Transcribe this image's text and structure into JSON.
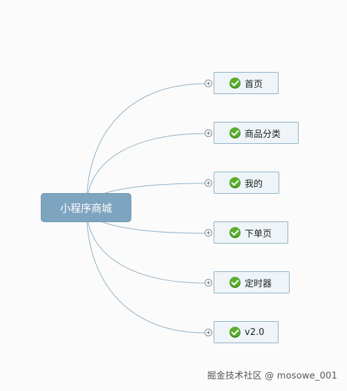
{
  "root": {
    "label": "小程序商城"
  },
  "branches": [
    {
      "label": "首页",
      "status_icon": "check-circle-icon",
      "expander_icon": "plus-circle-icon"
    },
    {
      "label": "商品分类",
      "status_icon": "check-circle-icon",
      "expander_icon": "plus-circle-icon"
    },
    {
      "label": "我的",
      "status_icon": "check-circle-icon",
      "expander_icon": "plus-circle-icon"
    },
    {
      "label": "下单页",
      "status_icon": "check-circle-icon",
      "expander_icon": "plus-circle-icon"
    },
    {
      "label": "定时器",
      "status_icon": "check-circle-icon",
      "expander_icon": "plus-circle-icon"
    },
    {
      "label": "v2.0",
      "status_icon": "check-circle-icon",
      "expander_icon": "plus-circle-icon"
    }
  ],
  "watermark": "掘金技术社区 @ mosowe_001",
  "colors": {
    "root_fill": "#7ea5c0",
    "connector": "#8fb0c6",
    "check": "#5aae2e",
    "node_fill": "#eef4f8"
  }
}
